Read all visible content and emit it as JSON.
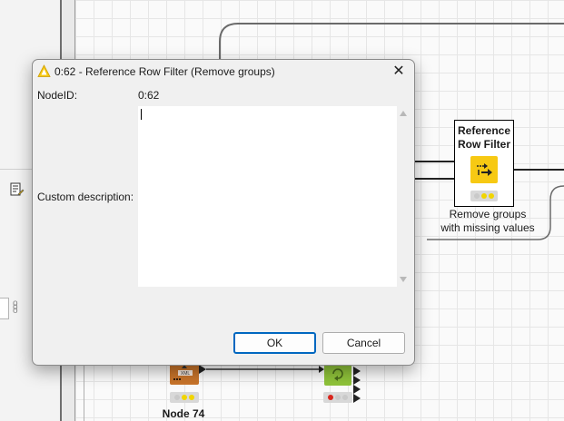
{
  "dialog": {
    "title": "0:62 - Reference Row Filter (Remove groups)",
    "close_glyph": "✕",
    "node_id_label": "NodeID:",
    "node_id_value": "0:62",
    "custom_description_label": "Custom description:",
    "custom_description_value": "",
    "ok_label": "OK",
    "cancel_label": "Cancel"
  },
  "workflow": {
    "reference_node": {
      "title_line1": "Reference",
      "title_line2": "Row Filter",
      "caption_line1": "Remove groups",
      "caption_line2": "with missing values",
      "icon": "filter-arrow-icon"
    },
    "node74": {
      "label": "Node 74",
      "icon_text": "XML"
    },
    "loop_node": {
      "icon": "loop-icon"
    }
  },
  "colors": {
    "node_yellow": "#f7c913",
    "xml_node_orange": "#c8742a",
    "loop_node_green": "#8fc33a",
    "status_yellow": "#f1d500",
    "status_red": "#d9251c",
    "default_button_border": "#0067c0"
  }
}
